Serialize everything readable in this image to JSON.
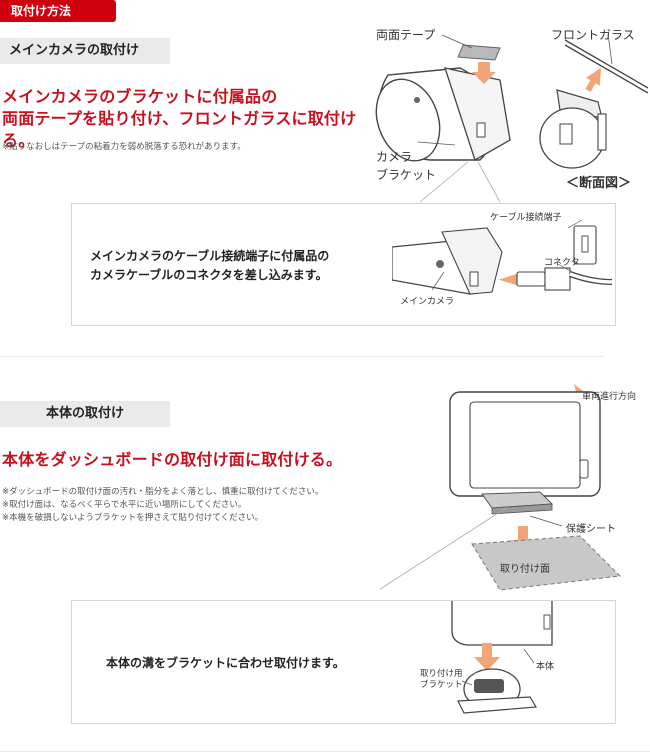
{
  "header": {
    "tag": "取付け方法"
  },
  "section1": {
    "bar": "メインカメラの取付け",
    "heading_line1": "メインカメラのブラケットに付属品の",
    "heading_line2": "両面テープを貼り付け、フロントガラスに取付ける。",
    "note": "※貼りなおしはテープの粘着力を弱め脱落する恐れがあります。",
    "labels": {
      "tape": "両面テープ",
      "front_glass": "フロントガラス",
      "bracket_line1": "カメラ",
      "bracket_line2": "ブラケット",
      "section_view": "＜断面図＞"
    },
    "box": {
      "line1": "メインカメラのケーブル接続端子に付属品の",
      "line2": "カメラケーブルのコネクタを差し込みます。",
      "labels": {
        "terminal": "ケーブル接続端子",
        "connector": "コネクタ",
        "camera": "メインカメラ"
      }
    }
  },
  "section2": {
    "bar": "本体の取付け",
    "heading": "本体をダッシュボードの取付け面に取付ける。",
    "notes": [
      "※ダッシュボードの取付け面の汚れ・脂分をよく落とし、慎重に取付けてください。",
      "※取付け面は、なるべく平らで水平に近い場所にしてください。",
      "※本機を破損しないようブラケットを押さえて貼り付けてください。"
    ],
    "labels": {
      "direction": "車両進行方向",
      "protect_sheet": "保護シート",
      "mount_surface": "取り付け面"
    },
    "box": {
      "line1": "本体の溝をブラケットに合わせ取付けます。",
      "labels": {
        "body": "本体",
        "bracket_line1": "取り付け用",
        "bracket_line2": "ブラケット"
      }
    }
  },
  "colors": {
    "accent_red": "#c8101e",
    "arrow_orange": "#f2a579",
    "bar_gray": "#eaeaea"
  }
}
